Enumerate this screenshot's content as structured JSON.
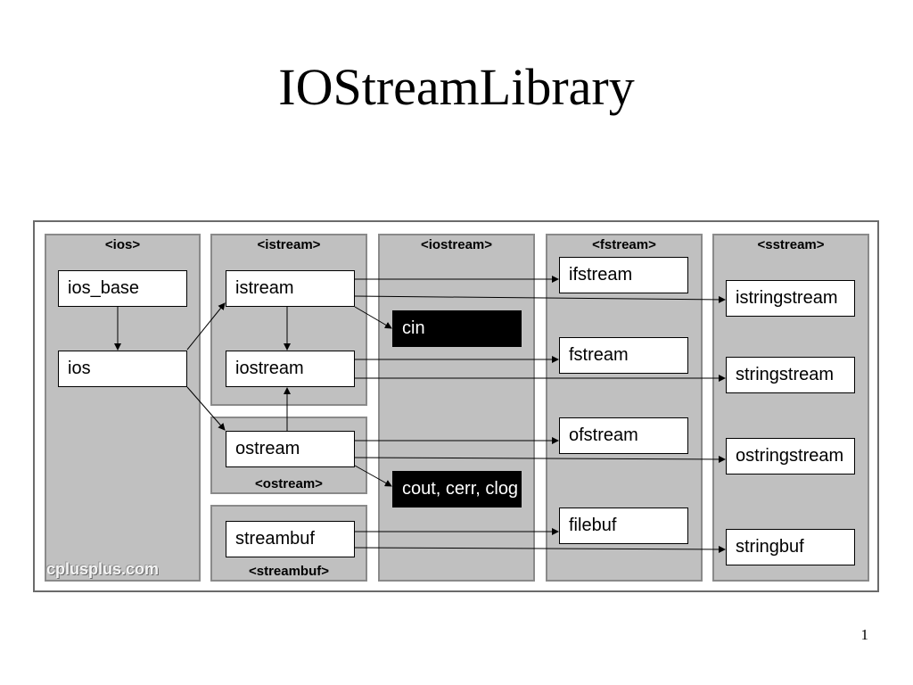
{
  "slide": {
    "title": "IOStreamLibrary",
    "number": "1"
  },
  "diagram": {
    "headers": {
      "ios": "<ios>",
      "istream": "<istream>",
      "ostream": "<ostream>",
      "streambuf": "<streambuf>",
      "iostream": "<iostream>",
      "fstream": "<fstream>",
      "sstream": "<sstream>"
    },
    "classes": {
      "ios_base": "ios_base",
      "ios": "ios",
      "istream": "istream",
      "iostream": "iostream",
      "ostream": "ostream",
      "streambuf": "streambuf",
      "cin": "cin",
      "cout_cerr_clog": "cout, cerr, clog",
      "ifstream": "ifstream",
      "fstream": "fstream",
      "ofstream": "ofstream",
      "filebuf": "filebuf",
      "istringstream": "istringstream",
      "stringstream": "stringstream",
      "ostringstream": "ostringstream",
      "stringbuf": "stringbuf"
    },
    "watermark": "cplusplus.com"
  }
}
